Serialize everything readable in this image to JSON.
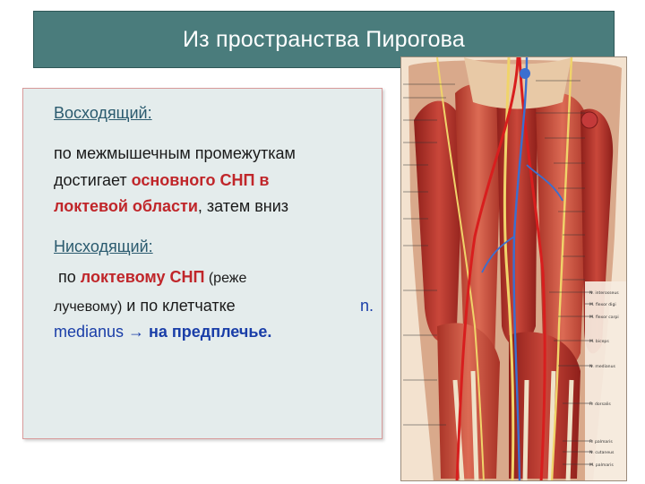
{
  "slide": {
    "title": "Из пространства Пирогова"
  },
  "ascending": {
    "heading": "Восходящий:",
    "line1": "по межмышечным промежуткам",
    "line2_plain": "достигает ",
    "line2_red": "основного СНП в",
    "line3_red": "локтевой области",
    "line3_plain": ", затем вниз"
  },
  "descending": {
    "heading": "Нисходящий:",
    "line1_plain": "по ",
    "line1_red": "локтевому СНП",
    "line1_small": " (реже",
    "line2_small": "лучевому)",
    "line2_plain": "  и по клетчатке",
    "line2_blue": "n.",
    "line3_blue": "medianus",
    "line3_arrow": " → на предплечье."
  },
  "figure": {
    "labels": [
      "N. interosseus",
      "M. flexor digi",
      "M. flexor carpi",
      "M. biceps",
      "N. medianus",
      "R. dorsalis",
      "R. palmaris",
      "N. cutaneus",
      "M. palmaris"
    ]
  },
  "colors": {
    "title_bg": "#4a7c7c",
    "box_bg": "#e4ecec",
    "box_border": "#d89a9a",
    "heading": "#2a5a6e",
    "emphasis_red": "#c0262a",
    "emphasis_blue": "#1a3ea8"
  }
}
